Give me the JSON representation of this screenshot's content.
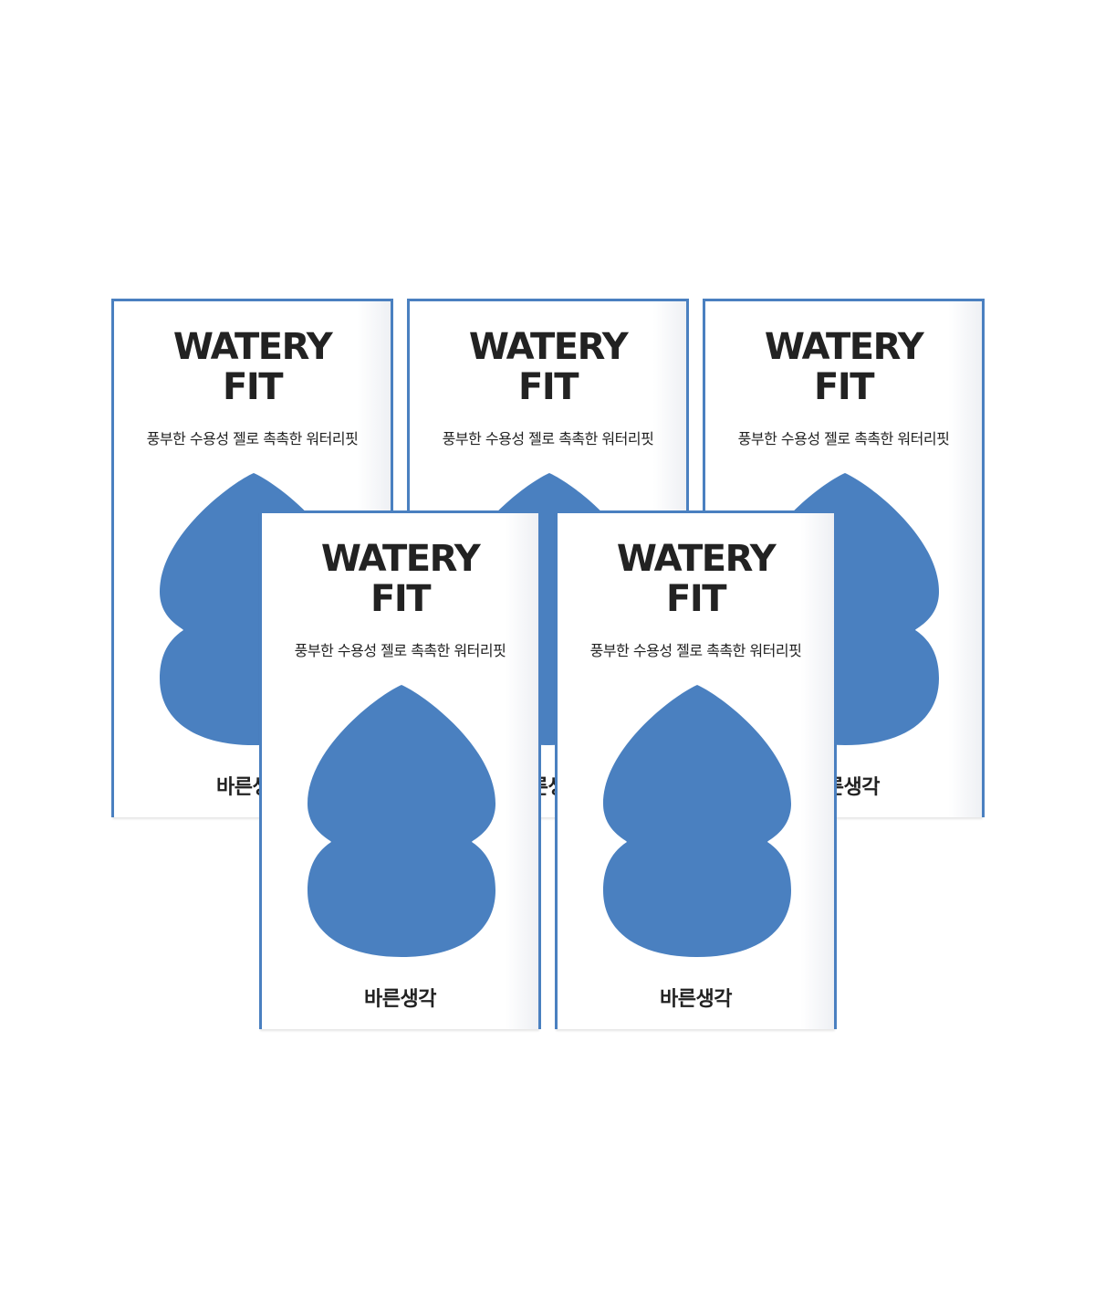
{
  "product": {
    "title_line1": "WATERY",
    "title_line2": "FIT",
    "tagline": "풍부한 수용성 젤로 촉촉한 워터리핏",
    "brand": "바른생각"
  },
  "colors": {
    "accent_blue": "#4a80c0",
    "text": "#222222",
    "background": "#ffffff"
  }
}
